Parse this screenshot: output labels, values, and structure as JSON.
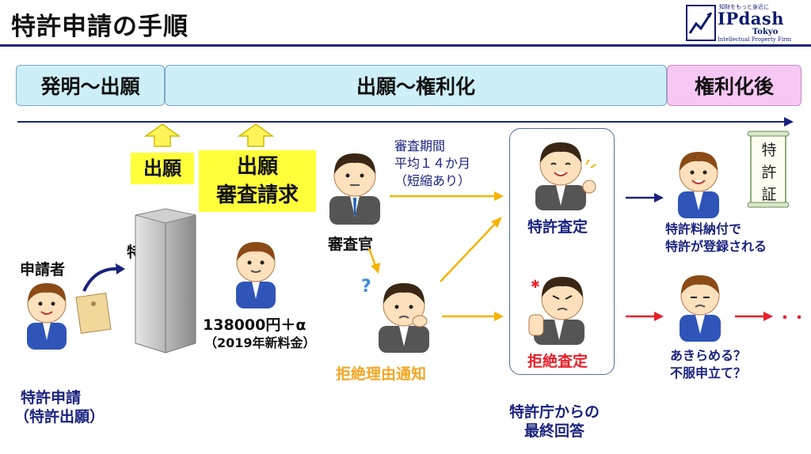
{
  "header": {
    "title": "特許申請の手順",
    "logo_tagline": "知財をもっと身近に",
    "logo_brand": "IPdash",
    "logo_city": "Tokyo",
    "logo_firm": "Intellectual Property Firm"
  },
  "phases": {
    "invention_to_filing": "発明〜出願",
    "filing_to_grant": "出願〜権利化",
    "post_grant": "権利化後"
  },
  "actions": {
    "filing": "出願",
    "filing_exam_line1": "出願",
    "filing_exam_line2": "審査請求"
  },
  "actors": {
    "applicant": "申請者",
    "patent_office": "特許庁",
    "examiner": "審査官"
  },
  "fee": {
    "amount": "138000円＋α",
    "note": "（2019年新料金）"
  },
  "exam_period": {
    "line1": "審査期間",
    "line2": "平均１４か月",
    "line3": "（短縮あり）"
  },
  "outcomes": {
    "rejection_notice": "拒絶理由通知",
    "allowance": "特許査定",
    "final_rejection": "拒絶査定",
    "final_answer_line1": "特許庁からの",
    "final_answer_line2": "最終回答"
  },
  "post": {
    "registered_line1": "特許料納付で",
    "registered_line2": "特許が登録される",
    "appeal_line1": "あきらめる？",
    "appeal_line2": "不服申立て？",
    "ellipsis": "・・・",
    "certificate": "特許証"
  },
  "application": {
    "line1": "特許申請",
    "line2": "（特許出願）"
  },
  "colors": {
    "navy": "#1a237e",
    "orange": "#f5a623",
    "red": "#e8202a",
    "phase_blue": "#cdeff7",
    "phase_pink": "#f7c8f3",
    "highlight_yellow": "#ffff3a"
  }
}
